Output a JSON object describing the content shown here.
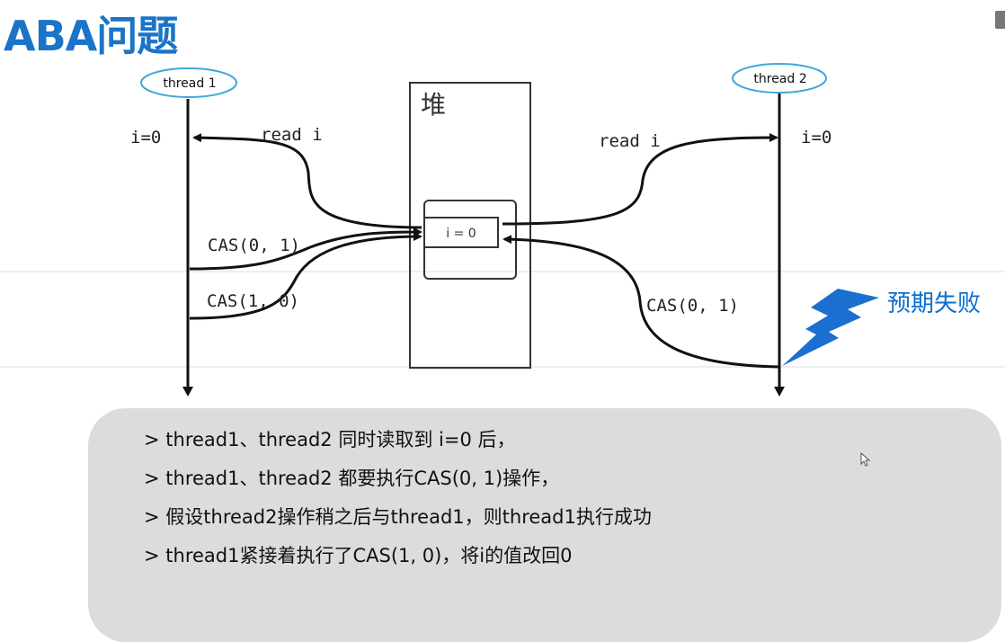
{
  "title": "ABA问题",
  "heap": {
    "label": "堆",
    "cell": "i = 0"
  },
  "threads": [
    {
      "name": "thread 1",
      "value": "i=0",
      "read": "read i",
      "ops": [
        "CAS(0, 1)",
        "CAS(1, 0)"
      ]
    },
    {
      "name": "thread 2",
      "value": "i=0",
      "read": "read i",
      "ops": [
        "CAS(0, 1)"
      ]
    }
  ],
  "annotation": {
    "text": "预期失败",
    "color": "#0b6fd0"
  },
  "notes": [
    "> thread1、thread2 同时读取到 i=0 后，",
    "> thread1、thread2 都要执行CAS(0, 1)操作，",
    "> 假设thread2操作稍之后与thread1，则thread1执行成功",
    "> thread1紧接着执行了CAS(1, 0)，将i的值改回0"
  ]
}
